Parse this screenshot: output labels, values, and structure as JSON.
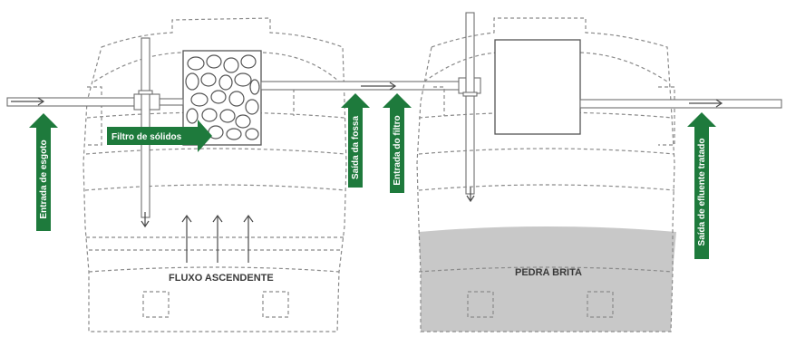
{
  "labels": {
    "inlet": "Entrada de esgoto",
    "solids_filter": "Filtro de sólidos",
    "septic_outlet": "Saída da fossa",
    "filter_inlet": "Entrada do filtro",
    "treated_outlet": "Saída de efluente tratado",
    "upflow": "FLUXO ASCENDENTE",
    "gravel": "PEDRA BRITA"
  },
  "colors": {
    "label_green": "#1e7a3c",
    "gravel_fill": "#c8c8c8",
    "outline": "#8a8a8a"
  }
}
